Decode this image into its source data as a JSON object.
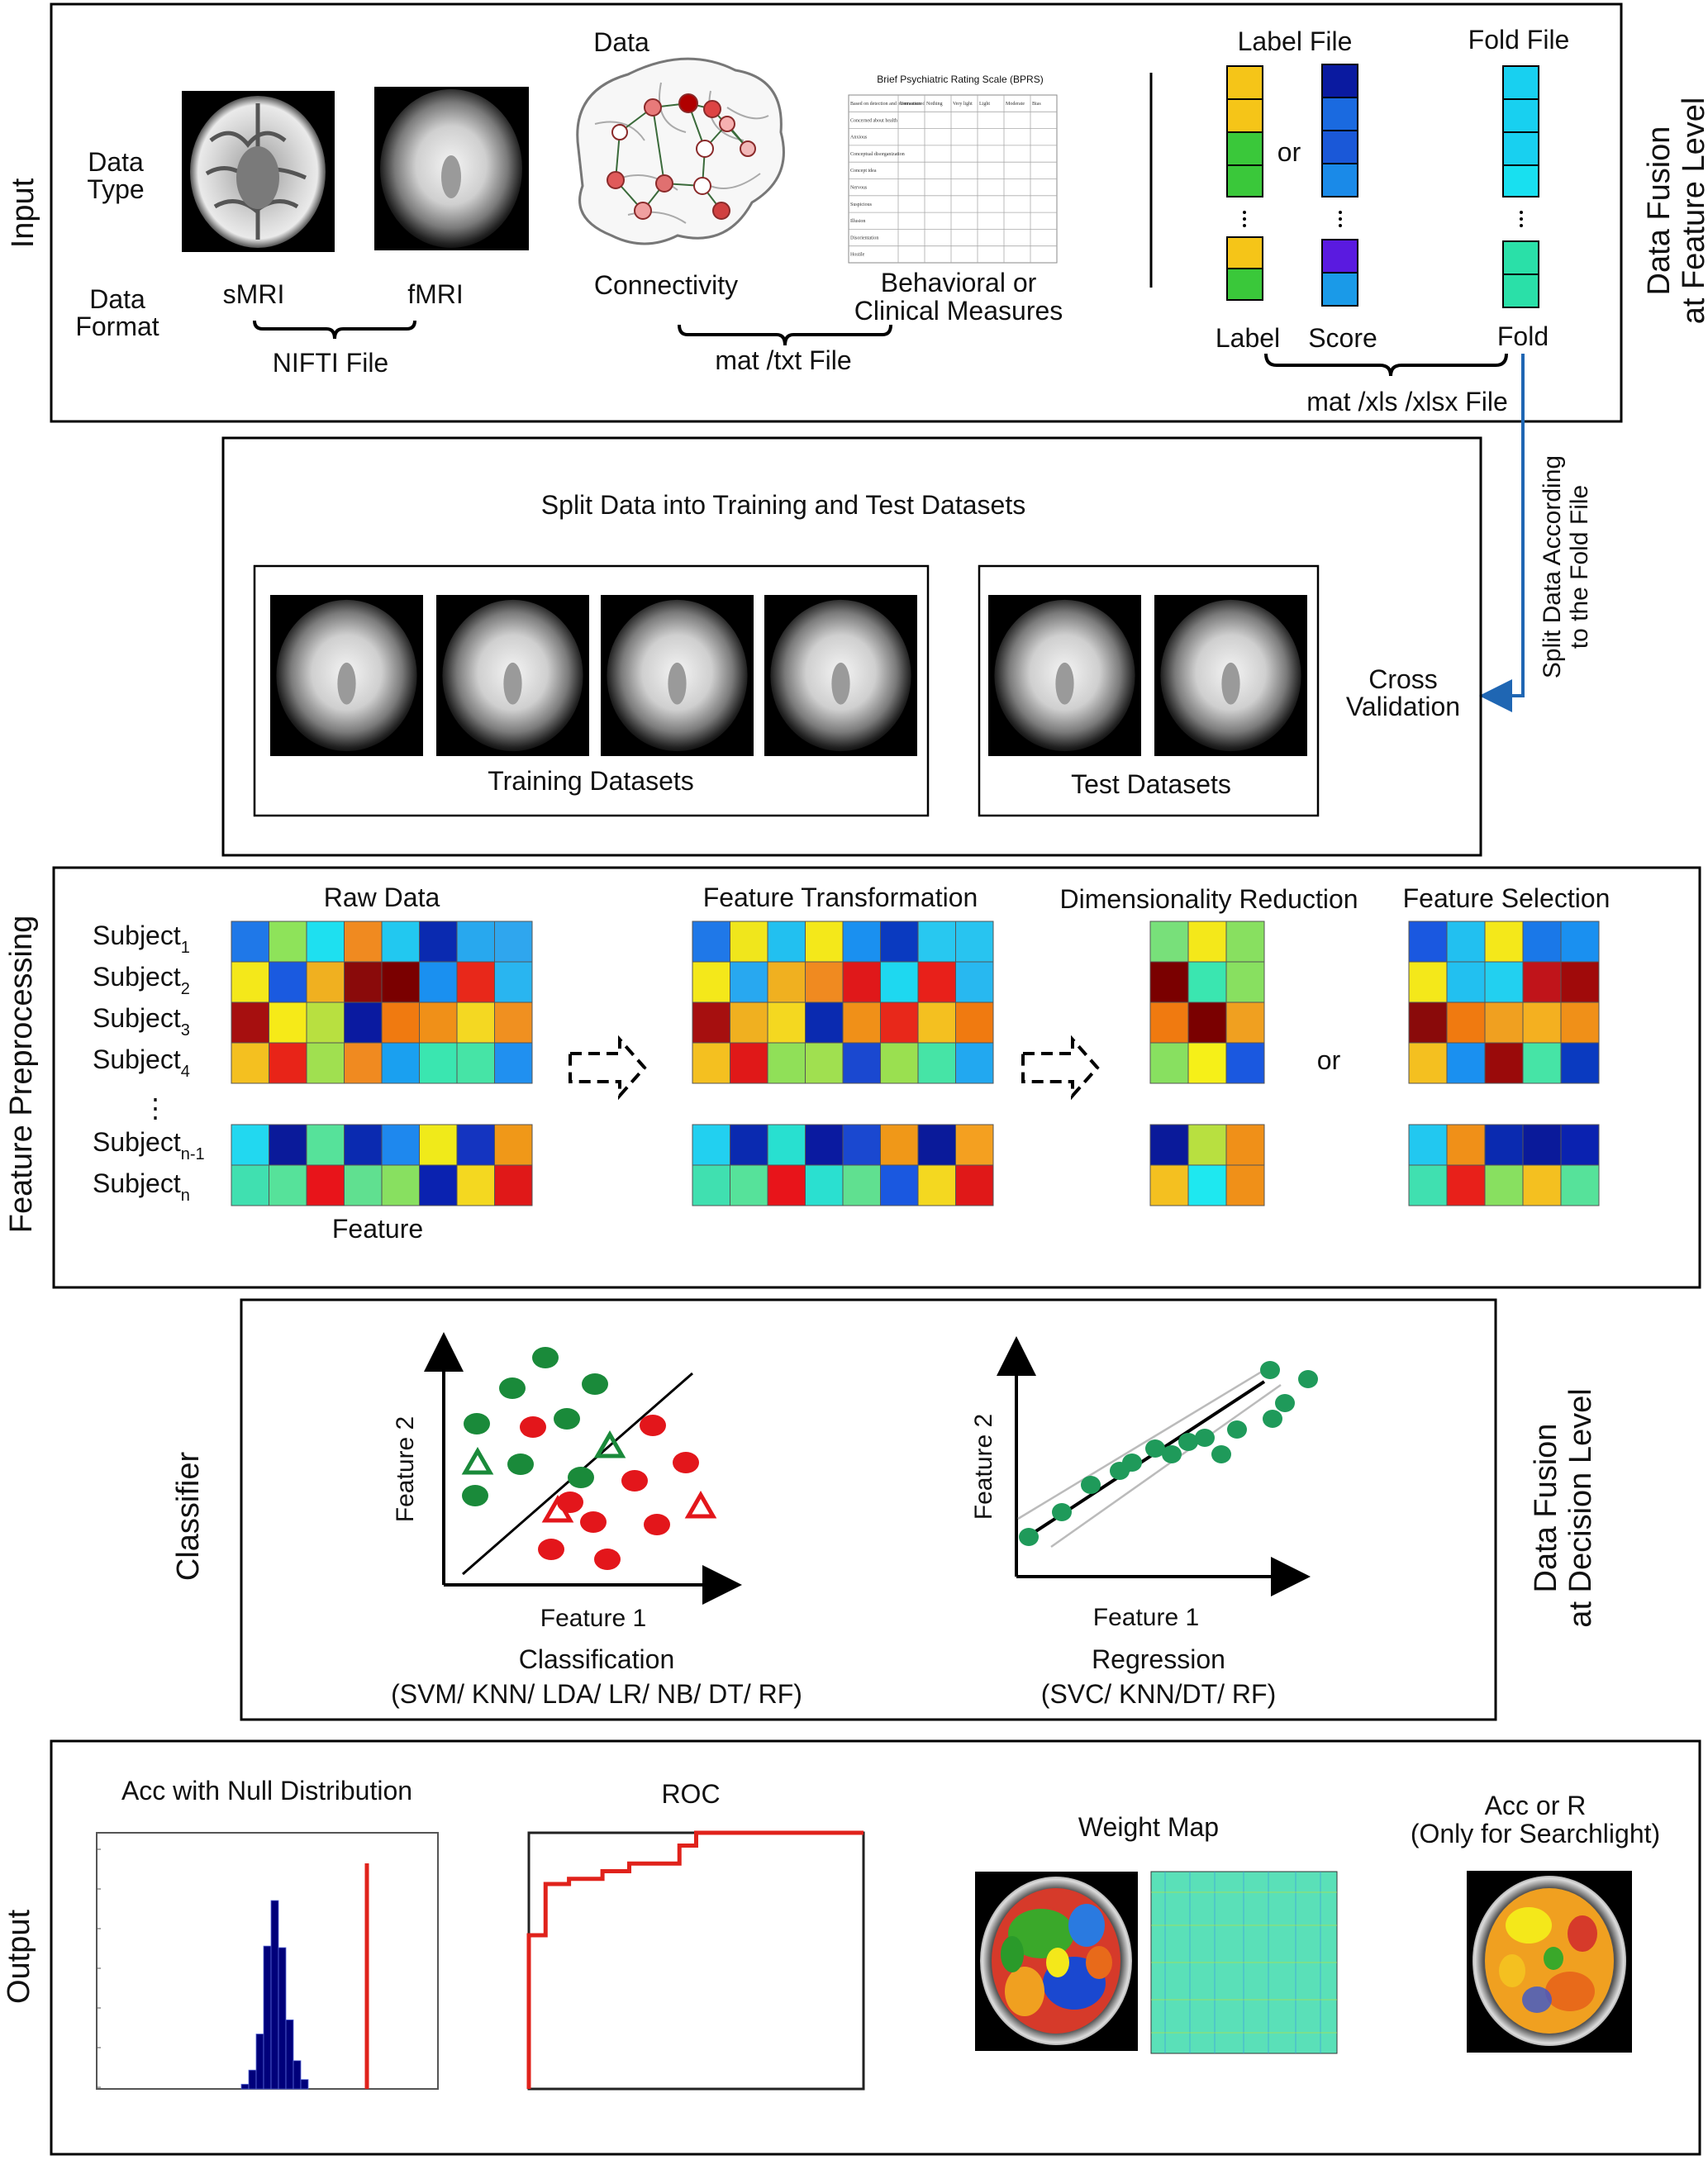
{
  "input": {
    "section_label": "Input",
    "data_heading": "Data",
    "data_type_label": [
      "Data",
      "Type"
    ],
    "data_format_label": [
      "Data",
      "Format"
    ],
    "smri": "sMRI",
    "fmri": "fMRI",
    "nifti": "NIFTI File",
    "connectivity": "Connectivity",
    "behavioral": [
      "Behavioral or",
      "Clinical Measures"
    ],
    "bprs_title": "Brief Psychiatric Rating Scale (BPRS)",
    "bprs_cols": [
      "Based on detection and observation",
      "Unmeasured",
      "Nothing",
      "Very light",
      "Light",
      "Moderate",
      "Bias"
    ],
    "bprs_rows": [
      "Concerned about health",
      "Anxious",
      "Conceptual disorganization",
      "Concept idea",
      "Nervous",
      "Suspicious",
      "Illusion",
      "Disorientation",
      "Hostile"
    ],
    "mat_txt": "mat /txt File",
    "label_file": "Label File",
    "fold_file": "Fold File",
    "or": "or",
    "label": "Label",
    "score": "Score",
    "fold": "Fold",
    "mat_xls": "mat /xls /xlsx File",
    "fusion_feature": [
      "Data Fusion",
      "at Feature Level"
    ]
  },
  "split": {
    "title": "Split Data into Training and Test Datasets",
    "training": "Training Datasets",
    "test": "Test Datasets",
    "cross_validation": [
      "Cross",
      "Validation"
    ],
    "arrow_label": [
      "Split Data According",
      "to the Fold File"
    ]
  },
  "preprocessing": {
    "section_label": "Feature Preprocessing",
    "raw": "Raw Data",
    "transform": "Feature Transformation",
    "dimred": "Dimensionality Reduction",
    "selection": "Feature Selection",
    "feature": "Feature",
    "or": "or",
    "subjects": [
      {
        "base": "Subject",
        "sub": "1"
      },
      {
        "base": "Subject",
        "sub": "2"
      },
      {
        "base": "Subject",
        "sub": "3"
      },
      {
        "base": "Subject",
        "sub": "4"
      },
      {
        "base": "Subject",
        "sub": "n-1"
      },
      {
        "base": "Subject",
        "sub": "n"
      }
    ],
    "dots": "⋮"
  },
  "classifier": {
    "section_label": "Classifier",
    "feature1": "Feature 1",
    "feature2": "Feature 2",
    "classification": "Classification",
    "classification_methods": "(SVM/ KNN/ LDA/ LR/ NB/ DT/ RF)",
    "regression": "Regression",
    "regression_methods": "(SVC/ KNN/DT/ RF)",
    "fusion_decision": [
      "Data Fusion",
      "at Decision  Level"
    ]
  },
  "output": {
    "section_label": "Output",
    "acc_null": "Acc with Null Distribution",
    "roc": "ROC",
    "weight_map": "Weight Map",
    "acc_r": [
      "Acc or  R",
      "(Only for Searchlight)"
    ]
  },
  "colors": {
    "connector_blue": "#1f66b3",
    "histogram_bar": "#00007a",
    "roc_curve": "#e0221b",
    "scatter_green": "#1a8a3a",
    "scatter_red": "#e3161b",
    "regression_dot": "#1f9a5a"
  },
  "matrices": {
    "raw": [
      [
        "#1f78e8",
        "#8ee35a",
        "#1ee0f0",
        "#f08a20",
        "#22c8f0",
        "#0a2ab0",
        "#28a8ee",
        "#2fa6ee"
      ],
      [
        "#f4e81a",
        "#1a5ae0",
        "#f0b020",
        "#8a0a0a",
        "#7a0000",
        "#1a90f0",
        "#e8281a",
        "#29b5f0"
      ],
      [
        "#a60f0f",
        "#f6ea18",
        "#b8e040",
        "#0a1aa0",
        "#f07a10",
        "#f09018",
        "#f4d822",
        "#f09020"
      ],
      [
        "#f4c020",
        "#e82418",
        "#a0e050",
        "#f08a20",
        "#1aa0f0",
        "#3ae6b0",
        "#46e4a6",
        "#2090f0"
      ],
      [
        "#22d8f0",
        "#0a1a9a",
        "#56e29a",
        "#0a2ab0",
        "#1e88ee",
        "#f0ea1a",
        "#1434c0",
        "#f09818"
      ],
      [
        "#40e0b0",
        "#56e29a",
        "#e8141a",
        "#60e090",
        "#88e060",
        "#0a22b0",
        "#f4d820",
        "#e01818"
      ]
    ],
    "transform": [
      [
        "#1f78e8",
        "#f0e61c",
        "#22c0f0",
        "#f4e81a",
        "#1a90f0",
        "#0a3ac0",
        "#28c8f0",
        "#28c4f0"
      ],
      [
        "#f4e81a",
        "#28a8f0",
        "#f0b020",
        "#f08a20",
        "#e0181a",
        "#1ed8f0",
        "#e8201a",
        "#28b8f0"
      ],
      [
        "#a60f0f",
        "#f0b020",
        "#f4d820",
        "#0a2ab0",
        "#f09018",
        "#e8281a",
        "#f4c020",
        "#f07a10"
      ],
      [
        "#f4c020",
        "#e01818",
        "#90e058",
        "#a0e050",
        "#1a48d0",
        "#9ae050",
        "#46e4a6",
        "#22a8f0"
      ],
      [
        "#22d0f0",
        "#0a2ab0",
        "#28e0d0",
        "#0a1aa0",
        "#1a48d0",
        "#f09818",
        "#0a1a9a",
        "#f4a020"
      ],
      [
        "#40e0b0",
        "#56e29a",
        "#e8141a",
        "#2ae0d0",
        "#60e090",
        "#1a58e0",
        "#f4d820",
        "#e01818"
      ]
    ],
    "dimred": [
      [
        "#78e07a",
        "#f4e81a",
        "#88e060"
      ],
      [
        "#7a0000",
        "#3ae6b0",
        "#88e060"
      ],
      [
        "#f07a10",
        "#7a0000",
        "#f0a020"
      ],
      [
        "#88e060",
        "#f6f018",
        "#1a58e0"
      ],
      [
        "#0a1a9a",
        "#b8e040",
        "#f09018"
      ],
      [
        "#f4c020",
        "#1ee8f0",
        "#f09018"
      ]
    ],
    "selection": [
      [
        "#1a58e0",
        "#22c0f0",
        "#f4e81a",
        "#1a78e8",
        "#1a90f0"
      ],
      [
        "#f4e81a",
        "#22c0f0",
        "#22d0f0",
        "#c0141a",
        "#a00a0a"
      ],
      [
        "#8a0a0a",
        "#f07a10",
        "#f0a020",
        "#f4b020",
        "#f09018"
      ],
      [
        "#f4c020",
        "#1a90f0",
        "#9a0a0a",
        "#46e4a6",
        "#0a3ac0"
      ],
      [
        "#22c8f0",
        "#f09018",
        "#0a2ab0",
        "#0a1a9a",
        "#0a22b0"
      ],
      [
        "#40e0b0",
        "#e8201a",
        "#88e060",
        "#f4c020",
        "#56e29a"
      ]
    ]
  },
  "chart_data": [
    {
      "type": "bar",
      "title": "Acc with Null Distribution",
      "values": [
        0.3,
        1.2,
        3.5,
        9.1,
        12.0,
        9.0,
        4.4,
        1.8,
        0.6
      ],
      "observed_marker": "red vertical line at right of null distribution"
    },
    {
      "type": "line",
      "title": "ROC",
      "x": [
        0,
        0,
        0.05,
        0.05,
        0.12,
        0.12,
        0.22,
        0.22,
        0.3,
        0.3,
        0.45,
        0.45,
        0.5,
        0.5,
        1.0
      ],
      "y": [
        0,
        0.6,
        0.6,
        0.8,
        0.8,
        0.82,
        0.82,
        0.85,
        0.85,
        0.88,
        0.88,
        0.95,
        0.95,
        1.0,
        1.0
      ]
    }
  ]
}
